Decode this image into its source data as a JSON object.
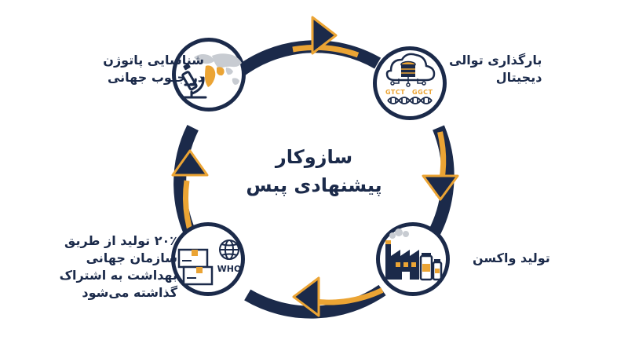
{
  "colors": {
    "navy": "#1b2a4a",
    "orange": "#eba434",
    "grey": "#c8ccd2",
    "white": "#ffffff"
  },
  "center_title": {
    "line1": "سازوکار",
    "line2": "پیشنهادی پبس"
  },
  "steps": [
    {
      "id": "pathogen",
      "icon": "microscope-world-map-icon",
      "lines": [
        "شناسایی پاتوژن",
        "در جنوب جهانی"
      ]
    },
    {
      "id": "upload",
      "icon": "cloud-database-dna-icon",
      "icon_texts": [
        "GTCT",
        "GGCT"
      ],
      "lines": [
        "بارگذاری توالی",
        "دیجیتال"
      ]
    },
    {
      "id": "vaccine",
      "icon": "factory-vials-icon",
      "lines": [
        "تولید واکسن"
      ]
    },
    {
      "id": "who-share",
      "icon": "boxes-globe-who-icon",
      "icon_texts": [
        "WHO"
      ],
      "lines": [
        "۲۰٪ تولید از طریق",
        "سازمان جهانی",
        "بهداشت به اشتراک",
        "گذاشته می‌شود"
      ]
    }
  ]
}
